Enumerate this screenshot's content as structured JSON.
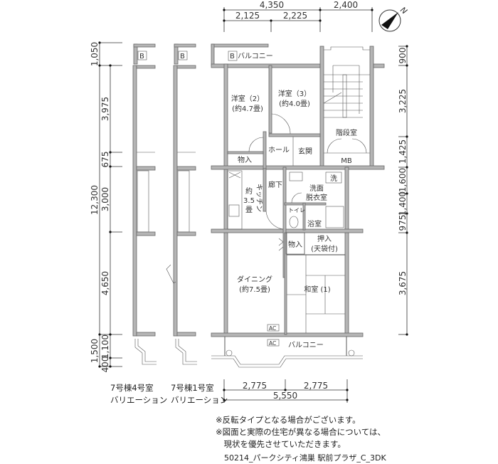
{
  "dimensions": {
    "top": {
      "total_left": "4,350",
      "total_right": "2,400",
      "sub_1": "2,125",
      "sub_2": "2,225"
    },
    "left": {
      "d1": "1,050",
      "total": "12,300",
      "d2": "3,975",
      "d3": "675",
      "d4": "3,000",
      "d5": "4,650",
      "d6": "1,500",
      "d7": "1,100",
      "d8": "400"
    },
    "right": {
      "d1": "900",
      "d2": "3,225",
      "d3": "1,425",
      "d4": "1,600",
      "d5": "1,400",
      "d6": "975",
      "d7": "3,675"
    },
    "bottom": {
      "sub_1": "2,775",
      "sub_2": "2,775",
      "total": "5,550"
    }
  },
  "compass": {
    "label": "N"
  },
  "rooms": {
    "western2": "洋室（2）",
    "western2_size": "(約4.7畳)",
    "western3": "洋室（3）",
    "western3_size": "(約4.0畳)",
    "stairs": "階段室",
    "hall": "ホール",
    "entrance": "玄関",
    "mb": "MB",
    "storage1": "物入",
    "corridor": "廊下",
    "washroom_1": "洗面",
    "washroom_2": "脱衣室",
    "washer": "洗",
    "kitchen": "キッチン",
    "kitchen_size_1": "約",
    "kitchen_size_2": "3.5",
    "kitchen_size_3": "畳",
    "toilet": "トイレ",
    "bath": "浴室",
    "storage2": "物入",
    "closet_1": "押入",
    "closet_2": "(天袋付)",
    "dining": "ダイニング",
    "dining_size": "(約7.5畳)",
    "japanese1": "和室 (1)",
    "ac1": "AC",
    "ac2": "AC",
    "balcony_top": "バルコニー",
    "balcony_bottom": "バルコニー",
    "boiler": "B",
    "boiler_v1": "B",
    "boiler_v2": "B"
  },
  "variations": [
    {
      "line1": "7号棟4号室",
      "line2": "バリエーション"
    },
    {
      "line1": "7号棟1号室",
      "line2": "バリエーション"
    }
  ],
  "notes": [
    "※反転タイプとなる場合がございます。",
    "※図面と実際の住宅が異なる場合については、",
    "　現状を優先させていただきます。"
  ],
  "caption": "50214_パークシティ鴻巣 駅前プラザ_C_3DK"
}
